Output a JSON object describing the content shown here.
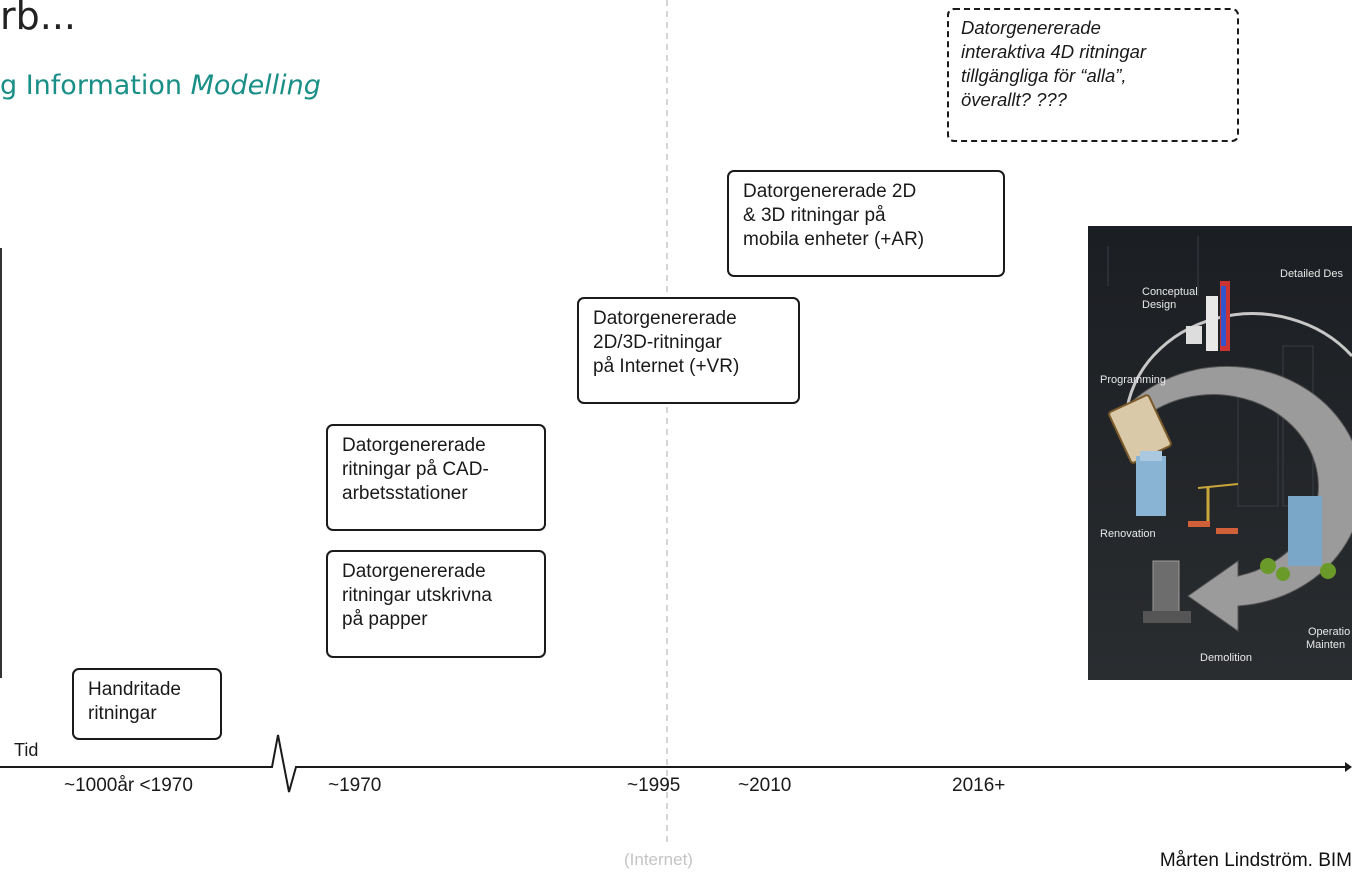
{
  "header": {
    "title": "rb...",
    "subtitle_plain": "g Information ",
    "subtitle_italic": "Modelling"
  },
  "axis": {
    "label": "Tid",
    "ticks": [
      "~1000år <1970",
      "~1970",
      "~1995",
      "~2010",
      "2016+"
    ],
    "internet_label": "(Internet)"
  },
  "boxes": {
    "handritade": [
      "Handritade",
      "ritningar"
    ],
    "papper": [
      "Datorgenererade",
      "ritningar utskrivna",
      "på papper"
    ],
    "cad": [
      "Datorgenererade",
      "ritningar på CAD-",
      "arbetsstationer"
    ],
    "internet": [
      "Datorgenererade",
      "2D/3D-ritningar",
      "på Internet (+VR)"
    ],
    "mobila": [
      "Datorgenererade 2D",
      "& 3D ritningar på",
      "mobila enheter (+AR)"
    ],
    "future": [
      "Datorgenererade",
      "interaktiva 4D ritningar",
      "tillgängliga för “alla”,",
      "överallt? ???"
    ]
  },
  "lifecycle_image": {
    "labels": {
      "detailed": "Detailed Des",
      "conceptual_1": "Conceptual",
      "conceptual_2": "Design",
      "programming": "Programming",
      "renovation": "Renovation",
      "operation_1": "Operatio",
      "operation_2": "Mainten",
      "demolition": "Demolition"
    }
  },
  "credit": "Mårten Lindström. BIM",
  "colors": {
    "accent": "#1a8f87",
    "text": "#1a1a1a",
    "vline": "#c8c8c8",
    "panel_bg": "#121417"
  }
}
